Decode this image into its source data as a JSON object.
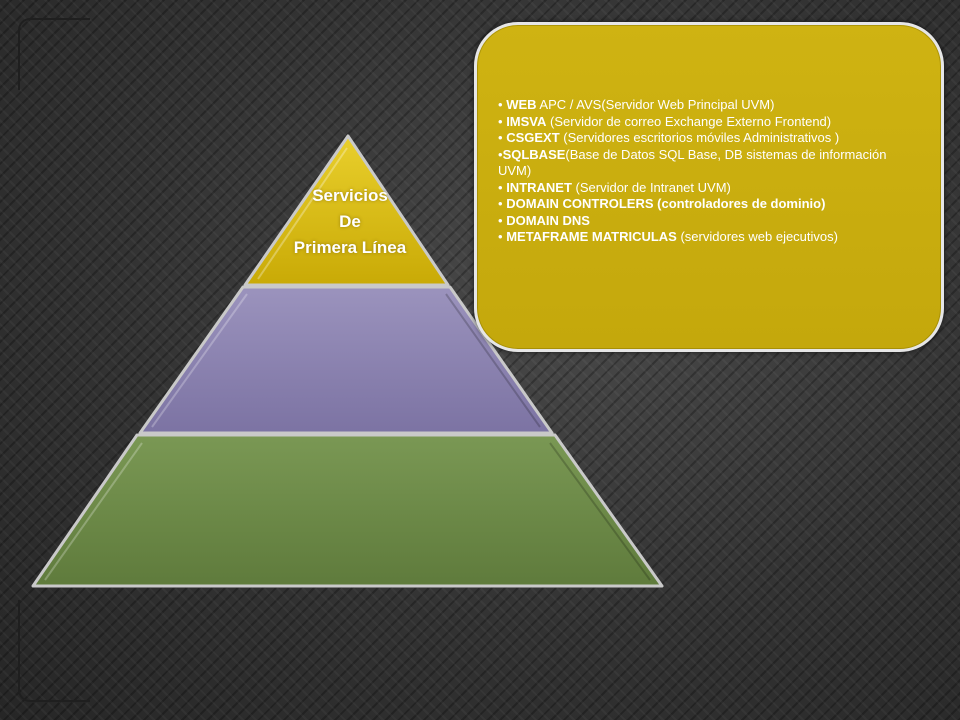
{
  "pyramid": {
    "top_label": [
      "Servicios",
      "De",
      "Primera Línea"
    ],
    "colors": {
      "top": "#d4b511",
      "middle": "#8a82ae",
      "bottom": "#6d8a48"
    }
  },
  "callout": {
    "items": [
      {
        "bullet": "•",
        "bold": "WEB",
        "text": " APC / AVS(Servidor Web Principal UVM)"
      },
      {
        "bullet": "•",
        "bold": "IMSVA",
        "text": " (Servidor de correo Exchange Externo Frontend)"
      },
      {
        "bullet": "•",
        "bold": "CSGEXT",
        "text": " (Servidores escritorios móviles Administrativos )"
      },
      {
        "bullet": "•",
        "bold": "SQLBASE",
        "text": "(Base de Datos SQL Base, DB sistemas de información UVM)"
      },
      {
        "bullet": "•",
        "bold": "INTRANET",
        "text": " (Servidor de Intranet UVM)"
      },
      {
        "bullet": "•",
        "bold": "DOMAIN CONTROLERS (controladores de dominio)",
        "text": ""
      },
      {
        "bullet": "•",
        "bold": "DOMAIN DNS",
        "text": ""
      },
      {
        "bullet": "•",
        "bold": "METAFRAME MATRICULAS",
        "text": " (servidores web ejecutivos)"
      }
    ],
    "color": "#c9ad0e"
  }
}
